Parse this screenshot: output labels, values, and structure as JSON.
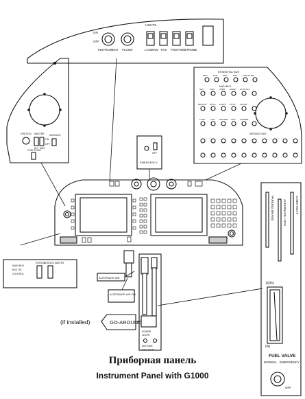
{
  "figure": {
    "title_ru": "Приборная панель",
    "title_en": "Instrument Panel with G1000"
  },
  "top_panel": {
    "header": "LIGHTS",
    "knob_left_on": "ON",
    "knob_left_off": "OFF",
    "knob_instrument": "INSTRUMENT",
    "knob_flood": "FLOOD",
    "switches": [
      "LANDING",
      "TAXI",
      "POSITION",
      "STROBE"
    ]
  },
  "left_side_panel": {
    "labels": [
      "IGNITION",
      "MASTER",
      "ALT",
      "BAT",
      "FUEL PUMP",
      "OFF",
      "ON",
      "AVIONICS"
    ]
  },
  "breaker_panel": {
    "header": "ESSENTIAL BUS",
    "mid_header": "MAIN BUS",
    "avionics_header": "AVIONICS BUS",
    "row1": [
      "MFD",
      "PFD",
      "ENG",
      "ESS",
      "FUEL PUMP"
    ],
    "row2": [
      "NAV",
      "COM",
      "XPDR",
      "AUDIO",
      "AUTO PLT"
    ],
    "row3": [
      "BACKUP",
      "STALL",
      "FLAPS",
      "PITOT",
      "FLOOD"
    ],
    "row4": [
      "LAND",
      "TAXI",
      "MASTER",
      "INST",
      "STROBE"
    ]
  },
  "small_panel": {
    "label": "EMERGENCY",
    "switch_off": "OFF"
  },
  "lower_left_panel": {
    "labels": [
      "MAIN BUS",
      "BUS TIE",
      "CONTROL",
      "ESS BUS",
      "AVIONICS MASTER"
    ]
  },
  "callouts": {
    "alternate_air": "ALTERNATE AIR",
    "alternate_air_on": "ALTERNATE AIR ON",
    "if_installed": "(if installed)",
    "go_around": "GO-AROUND",
    "fuel_valve_knob": "FUEL VALVE"
  },
  "console": {
    "labels": [
      "POWER",
      "LEVER",
      "MIXTURE"
    ],
    "pct_top": "100%",
    "pct_bottom": "0%"
  },
  "right_column": {
    "vertical_labels": [
      "PARKING BRAKE",
      "ALTERNATE LOCK",
      "CABIN HEAT"
    ],
    "fuel_valve_header": "FUEL VALVE",
    "fuel_valve_normal": "NORMAL",
    "fuel_valve_emergency": "EMERGENCY",
    "fuel_valve_off": "OFF"
  }
}
